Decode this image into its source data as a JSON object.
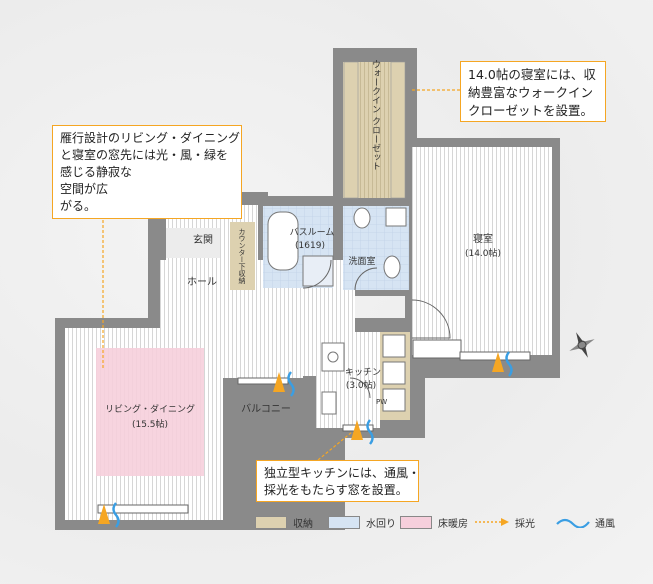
{
  "rooms": {
    "walk_in_closet": "ウォークイン\nクローゼット",
    "bedroom": "寝室",
    "bedroom_size": "(14.0帖)",
    "bathroom": "バスルーム",
    "bathroom_size": "(1619)",
    "washroom": "洗面室",
    "entrance": "玄関",
    "hall": "ホール",
    "counter": "カウンター下収納",
    "living": "リビング・ダイニング",
    "living_size": "(15.5帖)",
    "balcony": "バルコニー",
    "kitchen": "キッチン",
    "kitchen_size": "(3.0帖)",
    "pw": "PW"
  },
  "notes": {
    "bedroom_lines": [
      "14.0帖の寝室には、収",
      "納豊富なウォークイン",
      "クローゼットを設置。"
    ],
    "living_lines": [
      "雁行設計のリビング・ダイニング",
      "と寝室の窓先には光・風・緑を",
      "感じる静寂な",
      "空間が広",
      "がる。"
    ],
    "kitchen_lines": [
      "独立型キッチンには、通風・",
      "採光をもたらす窓を設置。"
    ]
  },
  "legend": {
    "storage": "収納",
    "water": "水回り",
    "floor_heat": "床暖房",
    "light": "採光",
    "wind": "通風"
  },
  "colors": {
    "storage": "#ddd1b0",
    "water": "#d6e4f3",
    "floor_heat": "#f6cfdc",
    "accent": "#f5a623",
    "wind": "#3a9ee3",
    "wall": "#8a8a8a"
  },
  "icons": {
    "compass": "compass-icon"
  }
}
